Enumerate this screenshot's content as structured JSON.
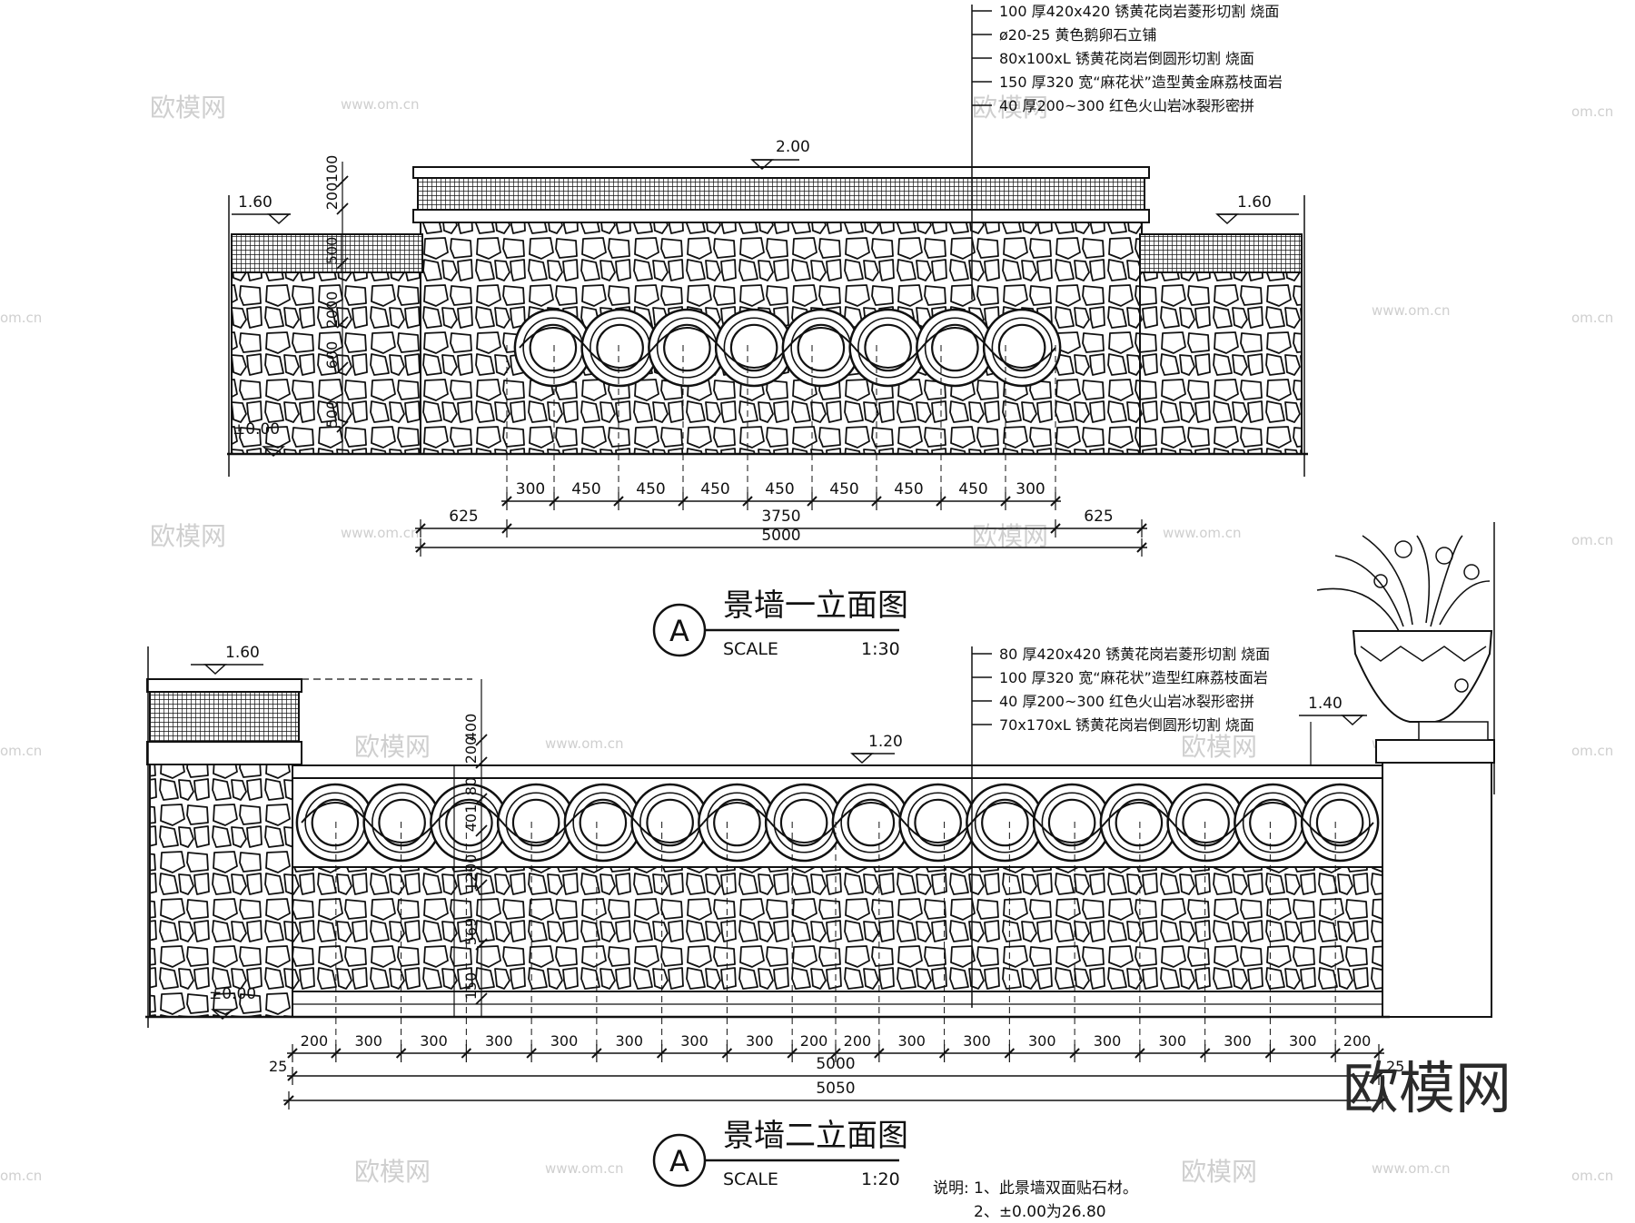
{
  "watermark": {
    "logo": "欧模网",
    "url": "www.om.cn",
    "url_short": "om.cn"
  },
  "corner_logo": "欧模网",
  "elev1": {
    "title": "景墙一立面图",
    "symbol": "A",
    "scale_label": "SCALE",
    "scale_value": "1:30",
    "levels": {
      "left": "1.60",
      "center": "2.00",
      "right": "1.60",
      "ground": "±0.00"
    },
    "material_notes": [
      "100 厚420x420  锈黄花岗岩菱形切割 烧面",
      "ø20-25  黄色鹅卵石立铺",
      "80x100xL  锈黄花岗岩倒圆形切割 烧面",
      "150 厚320 宽“麻花状”造型黄金麻荔枝面岩",
      "40 厚200~300  红色火山岩冰裂形密拼"
    ],
    "vertical_dims": [
      "100",
      "200",
      "500",
      "2000",
      "600",
      "500"
    ],
    "dim_row1": [
      "300",
      "450",
      "450",
      "450",
      "450",
      "450",
      "450",
      "450",
      "300"
    ],
    "dim_row2": [
      "625",
      "3750",
      "625"
    ],
    "dim_total": "5000"
  },
  "elev2": {
    "title": "景墙二立面图",
    "symbol": "A",
    "scale_label": "SCALE",
    "scale_value": "1:20",
    "levels": {
      "left": "1.60",
      "center": "1.20",
      "right": "1.40",
      "ground": "±0.00"
    },
    "material_notes": [
      "80 厚420x420  锈黄花岗岩菱形切割 烧面",
      "100 厚320 宽“麻花状”造型红麻荔枝面岩",
      "40 厚200~300  红色火山岩冰裂形密拼",
      "70x170xL  锈黄花岗岩倒圆形切割 烧面"
    ],
    "vertical_dims": [
      "400",
      "200",
      "80",
      "401",
      "1200",
      "569",
      "150"
    ],
    "dim_row1": [
      "200",
      "300",
      "300",
      "300",
      "300",
      "300",
      "300",
      "300",
      "200",
      "200",
      "300",
      "300",
      "300",
      "300",
      "300",
      "300",
      "300",
      "200"
    ],
    "dim_side": [
      "25",
      "25"
    ],
    "dim_total_inner": "5000",
    "dim_total": "5050"
  },
  "notes": {
    "label": "说明:",
    "items": [
      "1、此景墙双面贴石材。",
      "2、±0.00为26.80"
    ]
  }
}
